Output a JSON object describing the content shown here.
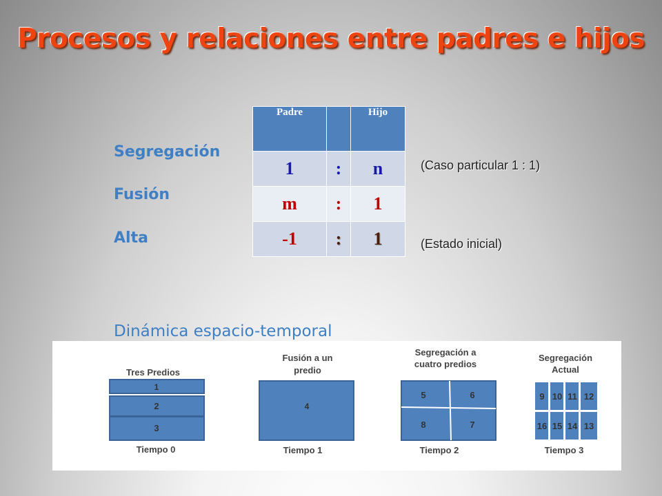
{
  "title": "Procesos y relaciones entre padres e hijos",
  "labels": [
    "Segregación",
    "Fusión",
    "Alta"
  ],
  "table": {
    "headers": [
      "Padre",
      "",
      "Hijo"
    ],
    "rows": [
      [
        "1",
        ":",
        "n"
      ],
      [
        "m",
        ":",
        "1"
      ],
      [
        "-1",
        ":",
        "1"
      ]
    ]
  },
  "notes": {
    "particular": "(Caso particular 1 : 1)",
    "initial": "(Estado inicial)"
  },
  "dynamics_label": "Dinámica espacio-temporal",
  "diagram": {
    "t0": {
      "title": "Tres Predios",
      "parcels": [
        "1",
        "2",
        "3"
      ],
      "time": "Tiempo 0"
    },
    "t1": {
      "title_line1": "Fusión a un",
      "title_line2": "predio",
      "parcels": [
        "4"
      ],
      "time": "Tiempo 1"
    },
    "t2": {
      "title_line1": "Segregación a",
      "title_line2": "cuatro predios",
      "parcels": [
        "5",
        "6",
        "8",
        "7"
      ],
      "time": "Tiempo 2"
    },
    "t3": {
      "title_line1": "Segregación",
      "title_line2": "Actual",
      "parcels": [
        "9",
        "10",
        "11",
        "12",
        "16",
        "15",
        "14",
        "13"
      ],
      "time": "Tiempo 3"
    }
  },
  "colors": {
    "title": "#ee4412",
    "accent": "#3f7fc4",
    "parcel": "#4f81bd"
  }
}
